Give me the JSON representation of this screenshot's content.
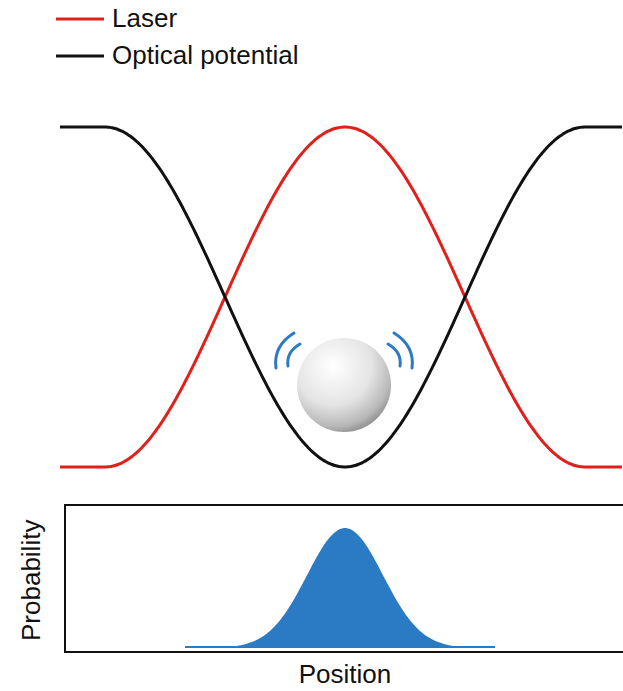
{
  "diagram": {
    "labels": [
      "Probability",
      "Position"
    ],
    "legend": [
      {
        "text": "Laser"
      },
      {
        "text": "Optical potential"
      }
    ]
  }
}
